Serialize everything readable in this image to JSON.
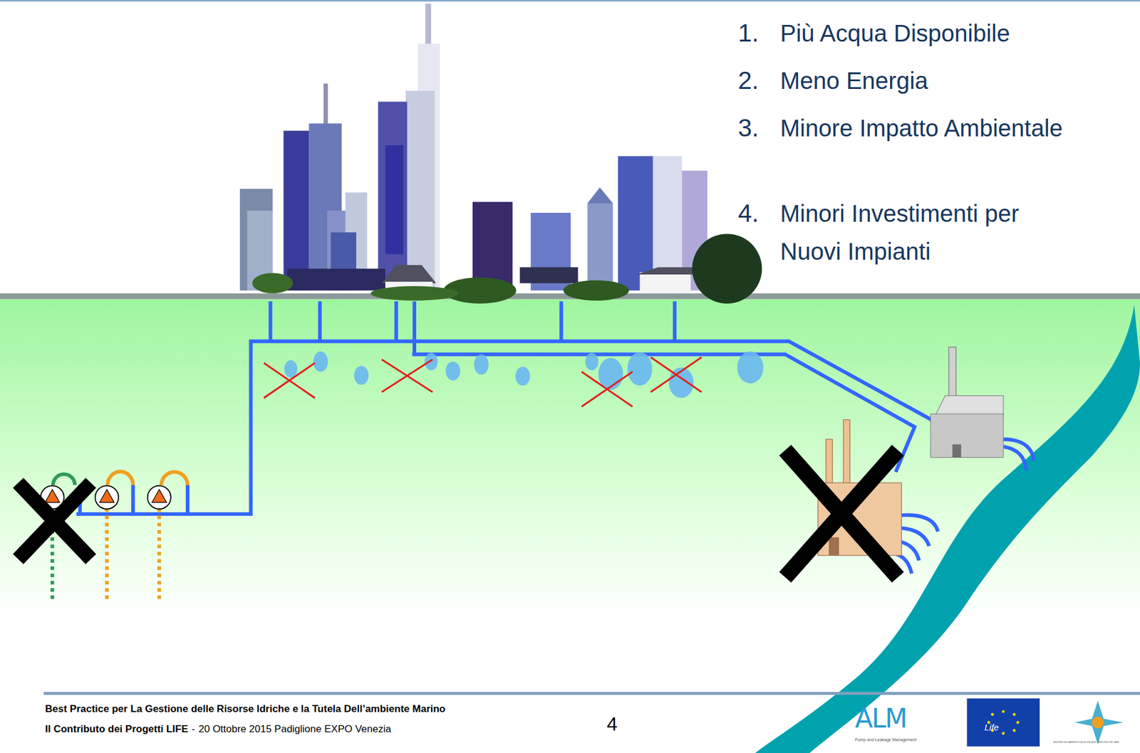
{
  "diagram": {
    "labels": [
      "1.",
      "Più Acqua Disponibile",
      "2.",
      "Meno Energia",
      "3.",
      "Minore Impatto Ambientale",
      "4.",
      "Minori Investimenti per Nuovi Impianti",
      "Best Practice per La Gestione delle Risorse Idriche e la Tutela Dell’ambiente Marino",
      "Il Contributo dei Progetti LIFE",
      "-",
      "20 Ottobre 2015 Padiglione EXPO Venezia",
      "4",
      "ALM",
      "Pump and Leakage Management",
      "Life",
      "MINISTERO DELL’AMBIENTE E DELLA TUTELA DEL TERRITORIO E DEL MARE"
    ]
  }
}
